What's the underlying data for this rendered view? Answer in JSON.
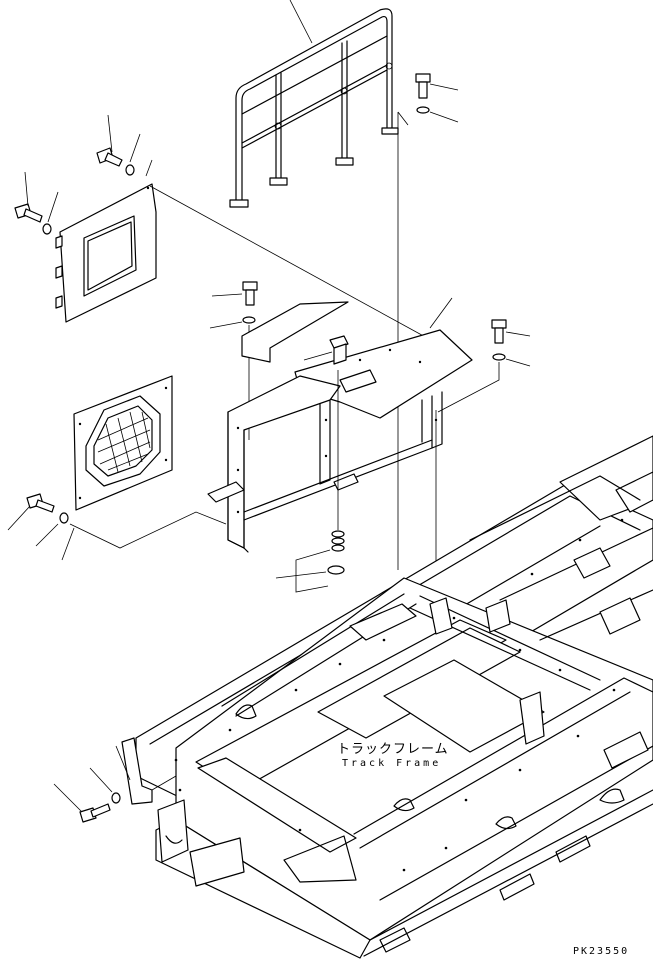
{
  "labels": {
    "track_frame_jp": "トラックフレーム",
    "track_frame_en": "Track Frame",
    "drawing_code": "PK23550"
  },
  "parts": {
    "handrail": "handrail",
    "bolt": "bolt",
    "washer": "washer",
    "inspection_cover": "inspection-cover",
    "fan_guard_panel": "fan-guard-panel",
    "cover_plate": "cover-plate",
    "support_bracket": "support-bracket",
    "spring_damper": "spring-damper",
    "track_frame": "track-frame",
    "mount_bracket": "mount-bracket"
  }
}
